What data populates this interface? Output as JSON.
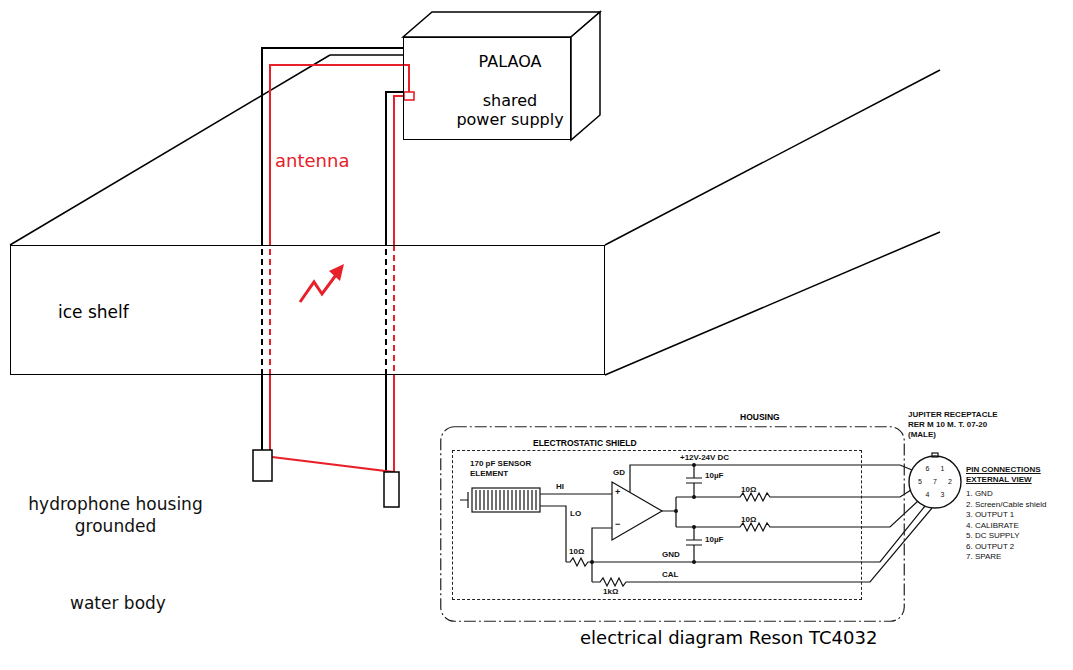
{
  "diagram": {
    "caption": "electrical diagram Reson TC4032",
    "nodes": [
      {
        "text": [
          "PALAOA",
          "shared power supply"
        ]
      },
      {
        "text": [
          "ice shelf"
        ]
      },
      {
        "text": [
          "HOUSING"
        ]
      },
      {
        "text": [
          "ELECTROSTATIC SHIELD"
        ],
        "in": 2
      }
    ],
    "labels": [
      "antenna",
      "hydrophone housing grounded",
      "water body",
      "170 pF SENSOR ELEMENT",
      "HI",
      "LO",
      "+",
      "−",
      "GD",
      "+12V-24V DC",
      "10µF",
      "10µF",
      "10Ω",
      "10Ω",
      "10Ω",
      "1kΩ",
      "GND",
      "CAL",
      "JUPITER RECEPTACLE RER M 10 M. T. 07-20 (MALE)",
      "PIN CONNECTIONS EXTERNAL VIEW",
      "1. GND",
      "2. Screen/Cable shield",
      "3. OUTPUT 1",
      "4. CALIBRATE",
      "5. DC SUPPLY",
      "6. OUTPUT 2",
      "7. SPARE",
      "1",
      "2",
      "3",
      "4",
      "5",
      "6",
      "7"
    ]
  }
}
